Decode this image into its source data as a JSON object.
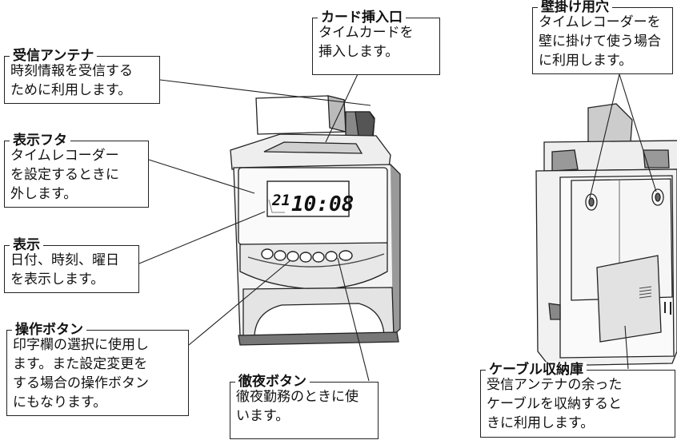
{
  "callouts": {
    "antenna": {
      "title": "受信アンテナ",
      "body": "時刻情報を受信する\nために利用します。"
    },
    "card_slot": {
      "title": "カード挿入口",
      "body": "タイムカードを\n挿入します。"
    },
    "wall_hole": {
      "title": "壁掛け用穴",
      "body": "タイムレコーダーを\n壁に掛けて使う場合\nに利用します。"
    },
    "display_cover": {
      "title": "表示フタ",
      "body": "タイムレコーダー\nを設定するときに\n外します。"
    },
    "display": {
      "title": "表示",
      "body": "日付、時刻、曜日\nを表示します。"
    },
    "operation_buttons": {
      "title": "操作ボタン",
      "body": "印字欄の選択に使用し\nます。また設定変更を\nする場合の操作ボタン\nにもなります。"
    },
    "overnight_button": {
      "title": "徹夜ボタン",
      "body": "徹夜勤務のときに使\nいます。"
    },
    "cable_storage": {
      "title": "ケーブル収納庫",
      "body": "受信アンテナの余った\nケーブルを収納すると\nきに利用します。"
    }
  },
  "lcd": {
    "date": "21",
    "time": "10:08"
  }
}
